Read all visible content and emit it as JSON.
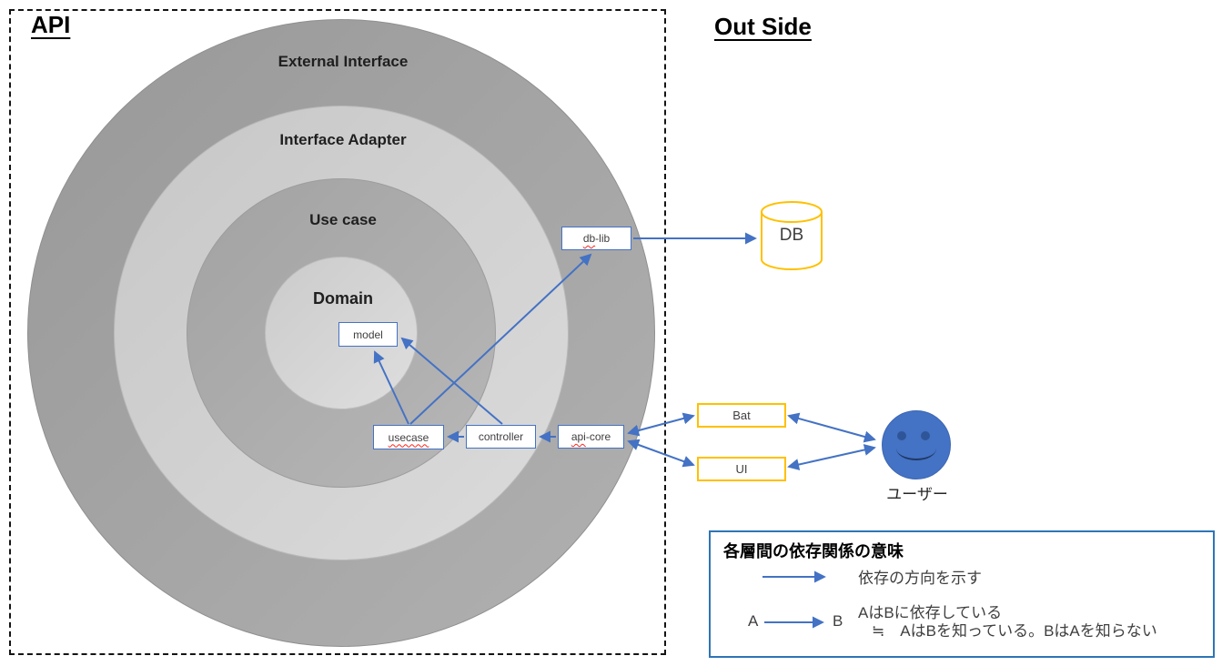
{
  "titles": {
    "api": "API",
    "outside": "Out Side"
  },
  "rings": [
    {
      "label": "External Interface",
      "color_hint": "#a6a6a6"
    },
    {
      "label": "Interface Adapter",
      "color_hint": "#d2d2d2"
    },
    {
      "label": "Use case",
      "color_hint": "#ababab"
    },
    {
      "label": "Domain",
      "color_hint": "#d6d6d6"
    }
  ],
  "nodes": {
    "model": "model",
    "usecase": "usecase",
    "controller": "controller",
    "api_core": {
      "prefix": "api",
      "suffix": "-core"
    },
    "db_lib": {
      "prefix": "db",
      "suffix": "-lib"
    },
    "bat": "Bat",
    "ui": "UI",
    "db": "DB",
    "user": "ユーザー"
  },
  "legend": {
    "title": "各層間の依存関係の意味",
    "arrow_meaning": "依存の方向を示す",
    "a": "A",
    "b": "B",
    "dependency_line1": "AはBに依存している",
    "dependency_line2": "≒　AはBを知っている。BはAを知らない"
  },
  "colors": {
    "arrow": "#4472C4",
    "inner_node_border": "#4472C4",
    "outer_node_border": "#FFC000",
    "db_outline": "#FFC000",
    "user_fill": "#4472C4",
    "legend_border": "#2E75B6",
    "spellcheck_underline": "#ff2616"
  },
  "icons": {
    "db_cylinder": "db-cylinder-icon",
    "user_face": "user-smiley-icon"
  }
}
